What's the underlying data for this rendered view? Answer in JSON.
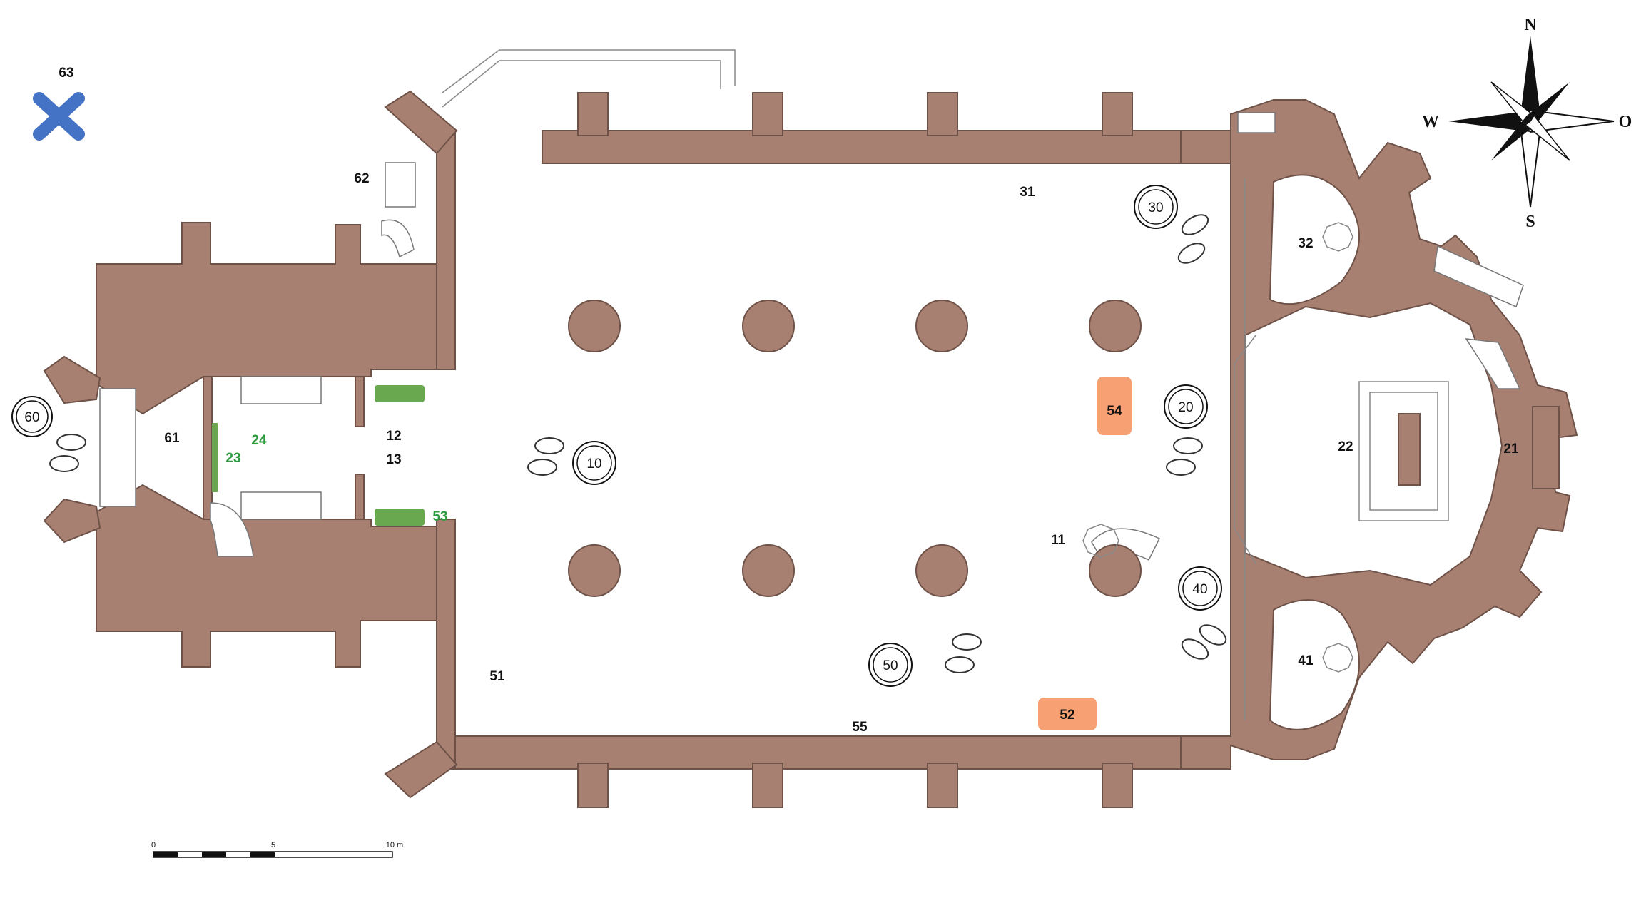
{
  "map": {
    "compass": {
      "north": "N",
      "south": "S",
      "west": "W",
      "east": "O"
    },
    "scale": {
      "ticks": [
        "0",
        "5",
        "10 m"
      ]
    },
    "stations": [
      {
        "id": "s10",
        "label": "10"
      },
      {
        "id": "s20",
        "label": "20"
      },
      {
        "id": "s30",
        "label": "30"
      },
      {
        "id": "s40",
        "label": "40"
      },
      {
        "id": "s50",
        "label": "50"
      },
      {
        "id": "s60",
        "label": "60"
      }
    ],
    "labels": {
      "l11": "11",
      "l12": "12",
      "l13": "13",
      "l21": "21",
      "l22": "22",
      "l31": "31",
      "l32": "32",
      "l41": "41",
      "l51": "51",
      "l55": "55",
      "l61": "61",
      "l62": "62",
      "l63": "63"
    },
    "green_labels": {
      "l23": "23",
      "l24": "24",
      "l53": "53"
    },
    "orange_labels": {
      "l52": "52",
      "l54": "54"
    },
    "colors": {
      "wall": "#a88072",
      "green_marker": "#6aa84f",
      "orange_marker": "#f6a074",
      "cross_marker": "#4472c4",
      "green_text": "#2e9a3e"
    },
    "marker_icon": "blue-cross-icon"
  }
}
